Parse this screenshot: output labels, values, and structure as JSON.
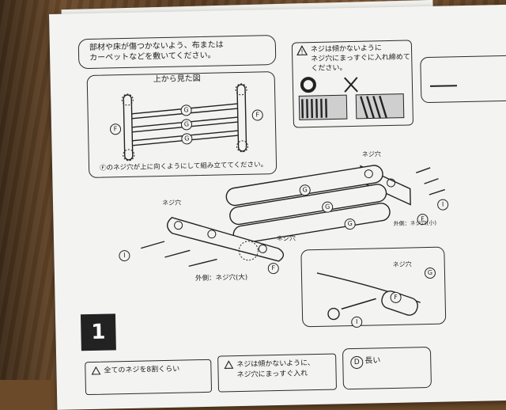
{
  "note_floor": [
    "部材や床が傷つかないよう、布または",
    "カーペットなどを敷いてください。"
  ],
  "top_view_title": "上から見た図",
  "part_labels": {
    "F": "F",
    "G": "G",
    "I": "I"
  },
  "screw_note": "Ⓕのネジ穴が上に向くようにして組み立ててください。",
  "warning_title": "ネジは傾かないように",
  "warning_text": [
    "ネジ穴にまっすぐに入れ締めて",
    "ください。"
  ],
  "neji_ana": "ネジ穴",
  "outer_side": "外側：ネジ穴(大)",
  "outer_side_small": "外側：ネジ穴(小)",
  "step_number": "1",
  "bottom_box1": "全てのネジを8割くらい",
  "bottom_box2": "ネジは傾かないように、",
  "bottom_box2_line2": "ネジ穴にまっすぐ入れ",
  "bottom_box3_label": "D",
  "bottom_box3_text": "長い"
}
